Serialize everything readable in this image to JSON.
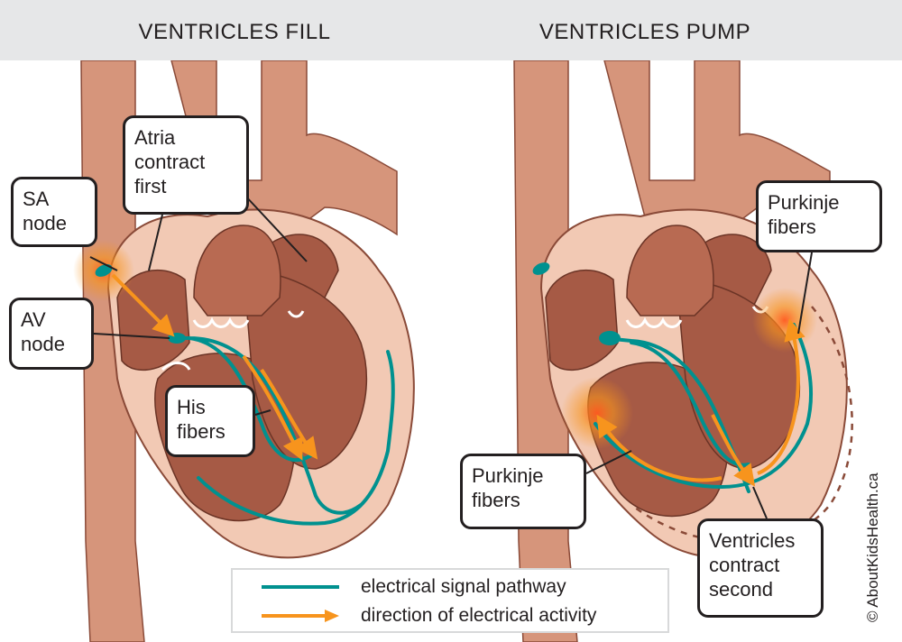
{
  "headers": {
    "left": "VENTRICLES FILL",
    "right": "VENTRICLES PUMP"
  },
  "callouts": {
    "sa_node": "SA\nnode",
    "atria": "Atria\ncontract\nfirst",
    "av_node": "AV\nnode",
    "his_fibers": "His\nfibers",
    "purkinje_right": "Purkinje\nfibers",
    "purkinje_left": "Purkinje\nfibers",
    "ventricles": "Ventricles\ncontract\nsecond"
  },
  "legend": {
    "signal_pathway": "electrical signal pathway",
    "direction": "direction of electrical activity"
  },
  "credit": "© AboutKidsHealth.ca",
  "colors": {
    "signal": "#00918f",
    "activity": "#f7941d",
    "heart_muscle": "#a65a45",
    "heart_outer": "#f2c9b4",
    "vessel": "#c97a5f",
    "header_bg": "#e6e7e8"
  }
}
